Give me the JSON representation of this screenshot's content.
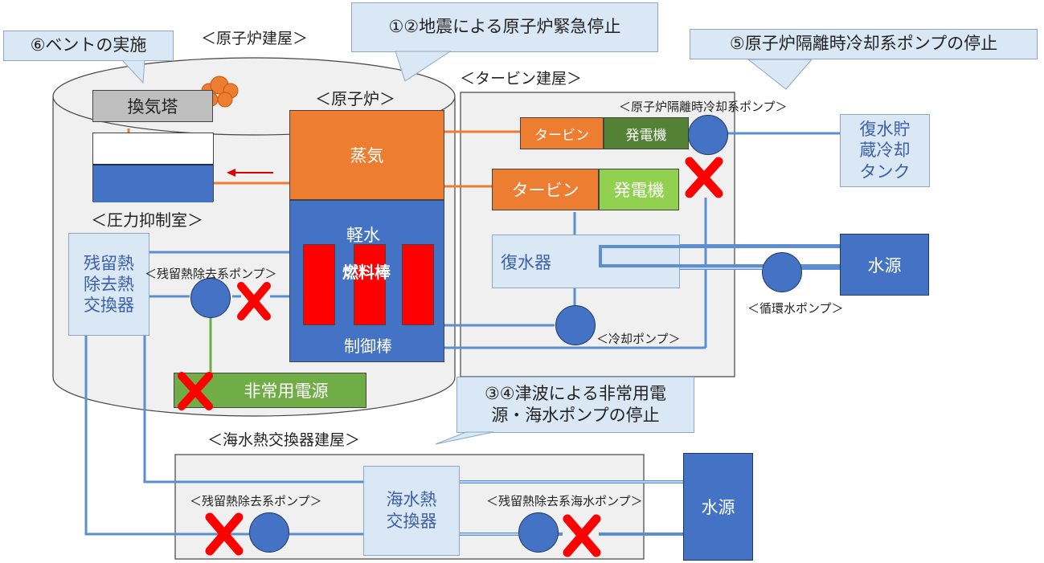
{
  "callouts": {
    "vent": "⑥ベントの実施",
    "quake": "①②地震による原子炉緊急停止",
    "ric": "⑤原子炉隔離時冷却系ポンプの停止",
    "tsunami_line1": "③④津波による非常用電",
    "tsunami_line2": "源・海水ポンプの停止"
  },
  "buildings": {
    "reactor_building": "＜原子炉建屋＞",
    "turbine_building": "＜タービン建屋＞",
    "seawater_building": "＜海水熱交換器建屋＞"
  },
  "reactor_building": {
    "stack": "換気塔",
    "suppression_chamber": "＜圧力抑制室＞",
    "reactor_label": "＜原子炉＞",
    "steam": "蒸気",
    "light_water": "軽水",
    "fuel_rod": "燃料棒",
    "control_rod": "制御棒",
    "rhr_hx_line1": "残留熱",
    "rhr_hx_line2": "除去熱",
    "rhr_hx_line3": "交換器",
    "rhr_pump": "＜残留熱除去系ポンプ＞",
    "emergency_power": "非常用電源"
  },
  "turbine_building": {
    "ric_pump": "＜原子炉隔離時冷却系ポンプ＞",
    "turbine_small": "タービン",
    "generator_small": "発電機",
    "turbine": "タービン",
    "generator": "発電機",
    "condenser": "復水器",
    "cooling_pump": "＜冷却ポンプ＞",
    "circ_pump": "＜循環水ポンプ＞"
  },
  "outside": {
    "cst_line1": "復水貯",
    "cst_line2": "蔵冷却",
    "cst_line3": "タンク",
    "water_source": "水源",
    "water_source2": "水源"
  },
  "seawater_building": {
    "rhr_pump": "＜残留熱除去系ポンプ＞",
    "sw_hx_line1": "海水熱",
    "sw_hx_line2": "交換器",
    "rhr_sw_pump": "＜残留熱除去系海水ポンプ＞"
  },
  "colors": {
    "orange": "#ed7d31",
    "blue": "#4472c4",
    "light_blue": "#dae8f5",
    "green": "#70ad47",
    "red": "#ff0000",
    "grey": "#f0f0f0"
  }
}
